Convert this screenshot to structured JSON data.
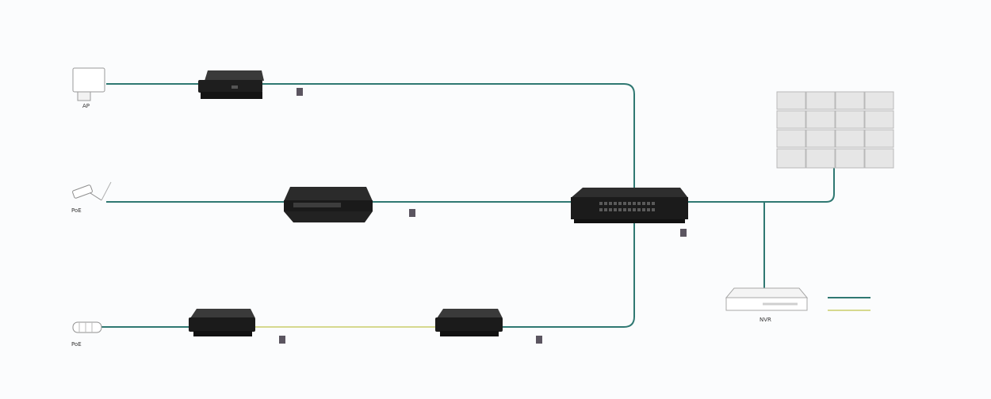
{
  "devices": {
    "ap": {
      "label": "AP",
      "sublabel": ""
    },
    "cam": {
      "label": "PoE",
      "sublabel": ""
    },
    "dome": {
      "label": "PoE",
      "sublabel": ""
    },
    "wall": {
      "label": "",
      "sublabel": ""
    },
    "nvr": {
      "label": "NVR",
      "sublabel": ""
    }
  },
  "switches": {
    "sw1": {
      "tag": "",
      "label": "",
      "sublabel": ""
    },
    "sw2": {
      "tag": "",
      "label": "",
      "sublabel": ""
    },
    "core": {
      "tag": "",
      "label": "",
      "sublabel": ""
    },
    "mc1": {
      "tag": "",
      "label": "",
      "sublabel": ""
    },
    "mc2": {
      "tag": "",
      "label": "",
      "sublabel": ""
    }
  },
  "legend": [
    {
      "label": "",
      "color": "#2f7872"
    },
    {
      "label": "",
      "color": "#d6d98f"
    }
  ],
  "colors": {
    "cable": "#2f7872",
    "fiber": "#d6d98f",
    "device": "#262626",
    "tag": "#5b5560"
  }
}
